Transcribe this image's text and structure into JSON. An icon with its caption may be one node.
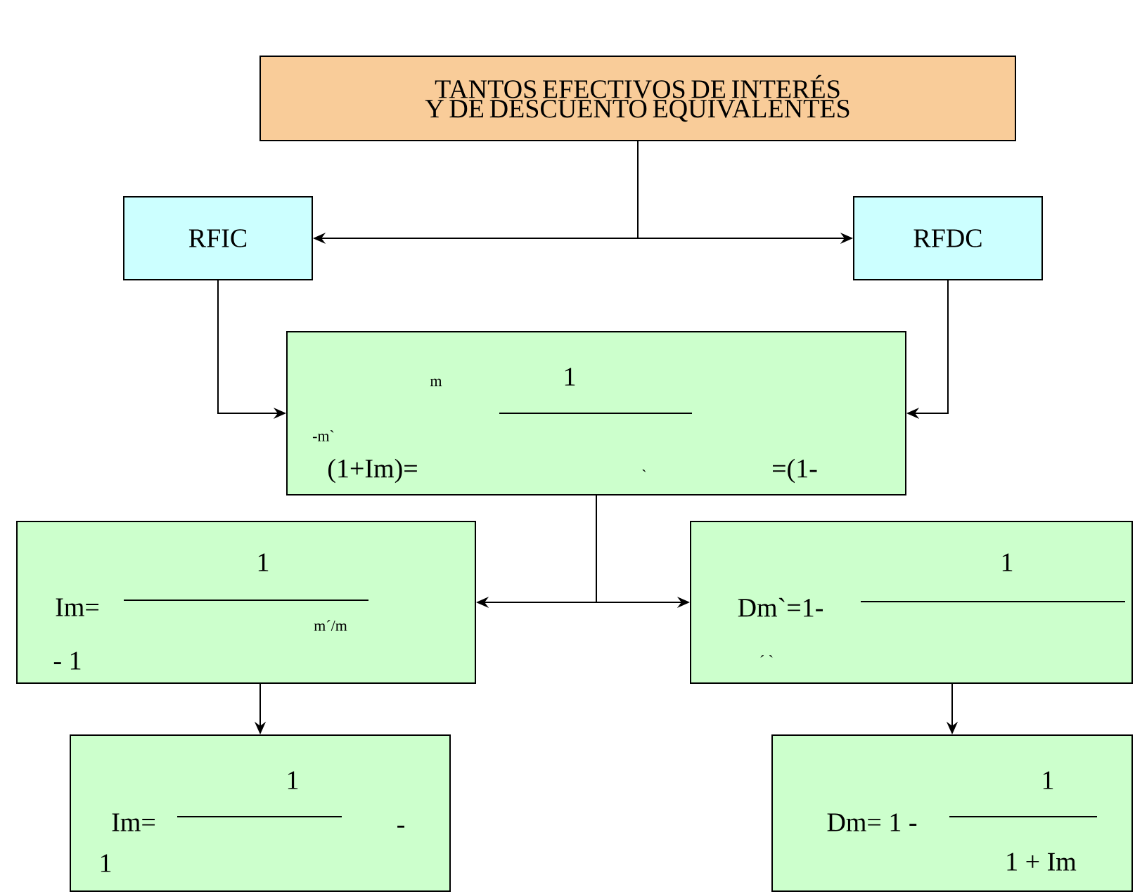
{
  "diagram": {
    "nodes": [
      {
        "text": [
          "TANTOS EFECTIVOS DE INTERÉS Y DE DESCUENTO EQUIVALENTES"
        ]
      },
      {
        "text": [
          "RFIC"
        ]
      },
      {
        "text": [
          "RFDC"
        ]
      },
      {
        "text": [
          "m",
          "1",
          "-m`",
          "(1+Im)=",
          "`",
          "=(1-"
        ]
      },
      {
        "text": [
          "1",
          "Im=",
          "m´/m",
          "- 1"
        ]
      },
      {
        "text": [
          "1",
          "Dm`=1-",
          "´ `"
        ]
      },
      {
        "text": [
          "1",
          "Im=",
          "-",
          "1"
        ]
      },
      {
        "text": [
          "1",
          "Dm= 1 -",
          "1 + Im"
        ]
      }
    ],
    "edges": [
      {
        "from": 0,
        "to": 1,
        "arrow": "to"
      },
      {
        "from": 0,
        "to": 2,
        "arrow": "to"
      },
      {
        "from": 1,
        "to": 3,
        "arrow": "to"
      },
      {
        "from": 2,
        "to": 3,
        "arrow": "to"
      },
      {
        "from": 3,
        "to": 4,
        "arrow": "to"
      },
      {
        "from": 3,
        "to": 5,
        "arrow": "to"
      },
      {
        "from": 4,
        "to": 6,
        "arrow": "to"
      },
      {
        "from": 5,
        "to": 7,
        "arrow": "to"
      }
    ]
  }
}
